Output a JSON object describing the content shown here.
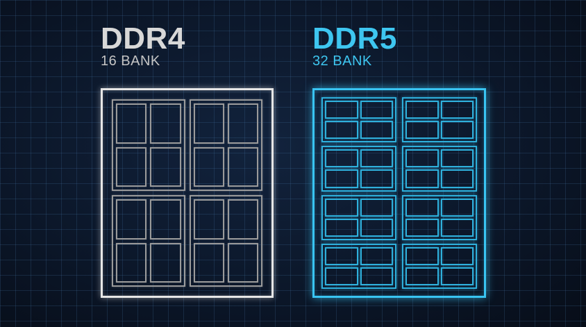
{
  "ddr4": {
    "title": "DDR4",
    "subtitle": "16 BANK",
    "color": "#d8d8d8",
    "bank_groups": 4,
    "banks_per_group": 4
  },
  "ddr5": {
    "title": "DDR5",
    "subtitle": "32 BANK",
    "color": "#3ec6f0",
    "bank_groups": 8,
    "banks_per_group": 4
  },
  "colors": {
    "background": "#0b1628",
    "grid": "#2a4a6a",
    "ddr4_outline": "#e6e6e6",
    "ddr5_outline": "#39c4f2"
  }
}
